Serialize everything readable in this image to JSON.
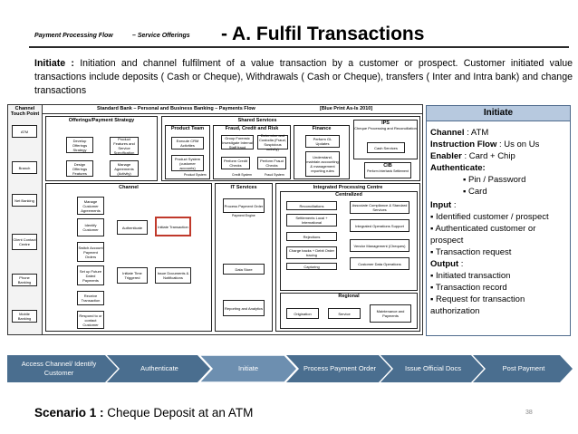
{
  "header": {
    "flow_label": "Payment Processing Flow",
    "offering_label": "– Service Offerings",
    "title": "- A. Fulfil Transactions"
  },
  "intro": "Initiate : Initiation and channel fulfilment of a value transaction by a customer or prospect. Customer initiated value transactions include deposits ( Cash or Cheque), Withdrawals ( Cash or Cheque), transfers ( Inter and Intra bank) and change transactions",
  "diagram": {
    "left_header": "Channel Touch Point",
    "top_header": "Standard Bank – Personal and Business Banking – Payments Flow",
    "blueprint": "[Blue Print As-Is 2010]",
    "touchpoints": [
      "ATM",
      "Branch",
      "Net Banking",
      "Client Contact Centre",
      "Phone Banking",
      "Mobile Banking"
    ],
    "offerings": {
      "title": "Offerings/Payment Strategy",
      "items": [
        "Develop Offerings Strategy",
        "Product Features and Service Specification",
        "Design Offerings Features",
        "Manage Agreements (Activity)"
      ]
    },
    "shared_services": {
      "title": "Shared Services",
      "product_team": {
        "title": "Product Team",
        "items": [
          "Execute CRM Activities",
          "Product System (customer accounts)"
        ],
        "note": "Product System"
      },
      "fraud": {
        "title": "Fraud, Credit and Risk",
        "items": [
          "Group Forensic Investigate Internal Staff fraud",
          "Determine and Custodia (Fraud, Suspicious activity)",
          "Perform Credit Checks",
          "Perform Fraud Checks"
        ],
        "notes": [
          "Credit System",
          "Fraud System"
        ]
      },
      "finance": {
        "title": "Finance",
        "items": [
          "Perform GL Updates",
          "Understand, maintain accounting & management reporting rules"
        ]
      },
      "ips": {
        "title": "IPS",
        "subtitle": "Cheque Processing and Reconciliation",
        "items": [
          "Cash Services"
        ]
      },
      "cib": {
        "title": "CIB",
        "subtitle": "Perform Interbank Settlement"
      }
    },
    "channel": {
      "title": "Channel",
      "items": [
        "Manage Customer Agreements",
        "Identify Customer",
        "Authenticate",
        "Initiate Transaction",
        "Switch Account Payment Orders",
        "Set up Future Dated Payments",
        "Initiate Time Triggered",
        "Issue Documents & Notifications",
        "Receive Transaction",
        "Respond to or contact Customer"
      ]
    },
    "it_services": {
      "title": "IT Services",
      "items": [
        "Process Payment Order",
        "Data Store",
        "Reporting and Analytics"
      ],
      "note": "Payment Engine"
    },
    "ipc": {
      "title": "Integrated Processing Centre",
      "centralized": {
        "title": "Centralized",
        "items": [
          "Reconciliations",
          "Settlements Local + International",
          "Rejections",
          "Charge backs + Debit Order tracing",
          "Capturing",
          "Associate Compliance & Standard Services",
          "Integrated Operations Support",
          "Vendor Management (Cheques)",
          "Customer Data Operations"
        ]
      },
      "regional": {
        "title": "Regional",
        "items": [
          "Origination",
          "Service",
          "Maintenance and Payments"
        ]
      }
    }
  },
  "initiate_panel": {
    "title": "Initiate",
    "channel_label": "Channel",
    "channel_value": ": ATM",
    "flow_label": "Instruction Flow",
    "flow_value": ": Us on Us",
    "enabler_label": "Enabler",
    "enabler_value": ": Card + Chip",
    "auth_label": "Authenticate:",
    "auth_items": [
      "Pin / Password",
      "Card"
    ],
    "input_label": "Input",
    "input_items": [
      "Identified customer / prospect",
      "Authenticated customer or prospect",
      "Transaction request"
    ],
    "output_label": "Output",
    "output_items": [
      "Initiated transaction",
      "Transaction record",
      "Request for transaction authorization"
    ]
  },
  "process_steps": [
    {
      "label": "Access Channel/ Identify Customer",
      "active": false
    },
    {
      "label": "Authenticate",
      "active": false
    },
    {
      "label": "Initiate",
      "active": true
    },
    {
      "label": "Process Payment Order",
      "active": false
    },
    {
      "label": "Issue Official Docs",
      "active": false
    },
    {
      "label": "Post Payment",
      "active": false
    }
  ],
  "footer": {
    "scenario_label": "Scenario 1 :",
    "scenario_text": "Cheque Deposit at an ATM",
    "page_number": "38"
  },
  "colors": {
    "chevron_dark": "#4a6e8f",
    "chevron_active": "#6d8fb0",
    "panel_header": "#b7c9df",
    "highlight_red": "#c0392b"
  }
}
